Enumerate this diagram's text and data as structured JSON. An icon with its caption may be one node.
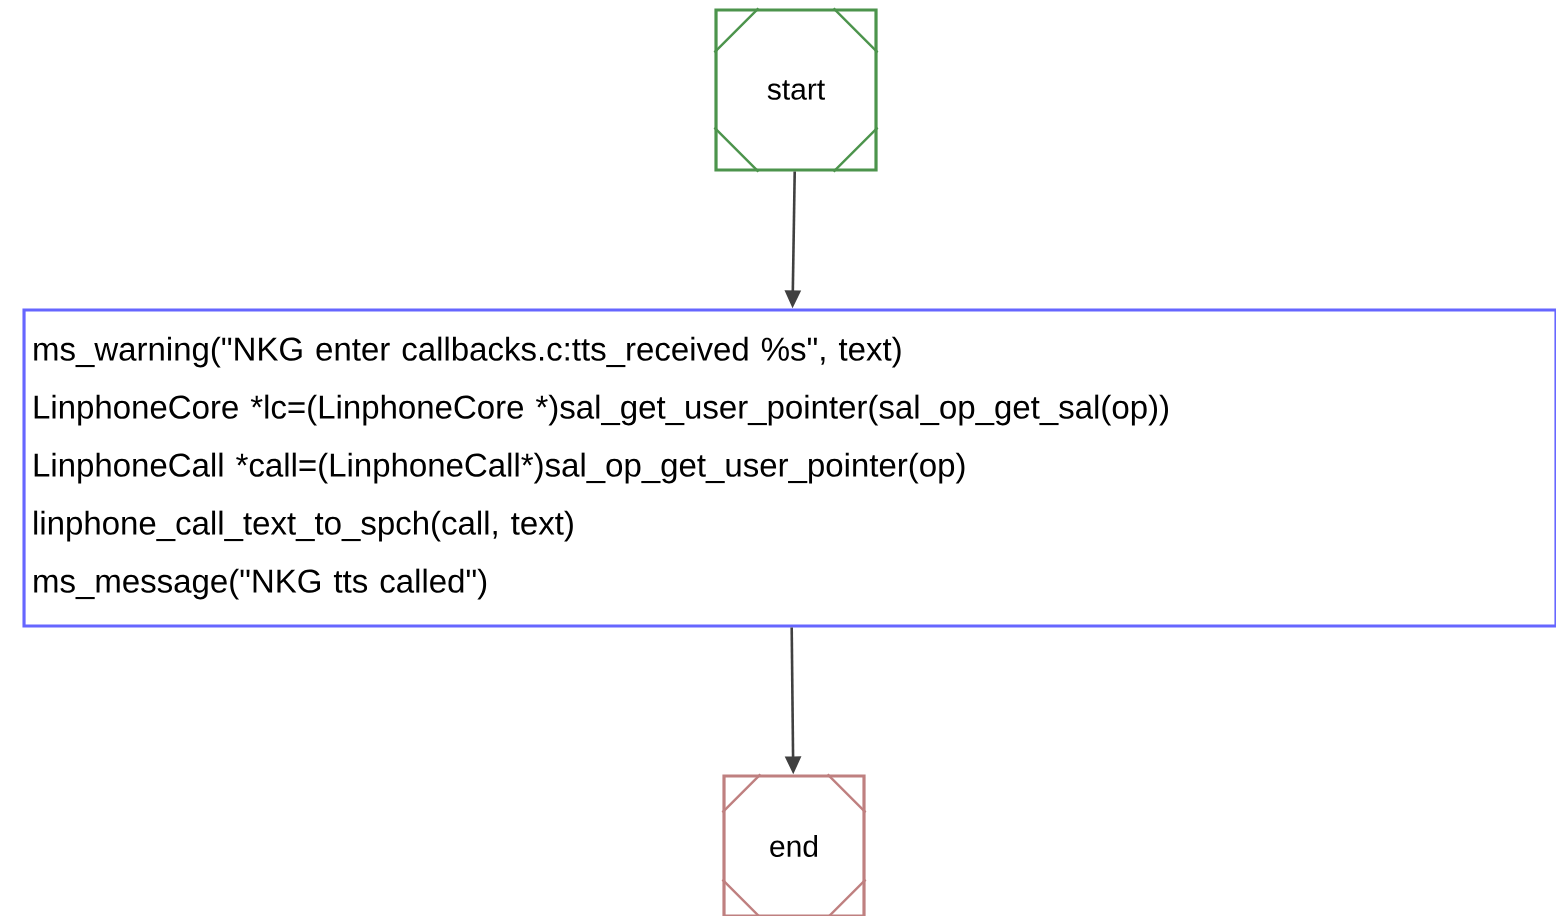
{
  "diagram": {
    "nodes": [
      {
        "text": [
          "start"
        ]
      },
      {
        "text": [
          "ms_warning(\"NKG enter callbacks.c:tts_received %s\", text)",
          "LinphoneCore *lc=(LinphoneCore *)sal_get_user_pointer(sal_op_get_sal(op))",
          "LinphoneCall *call=(LinphoneCall*)sal_op_get_user_pointer(op)",
          "linphone_call_text_to_spch(call, text)",
          "ms_message(\"NKG tts called\")"
        ]
      },
      {
        "text": [
          "end"
        ]
      }
    ],
    "edges": [
      {
        "from": 0,
        "to": 1,
        "arrow": "to"
      },
      {
        "from": 1,
        "to": 2,
        "arrow": "to"
      }
    ]
  }
}
